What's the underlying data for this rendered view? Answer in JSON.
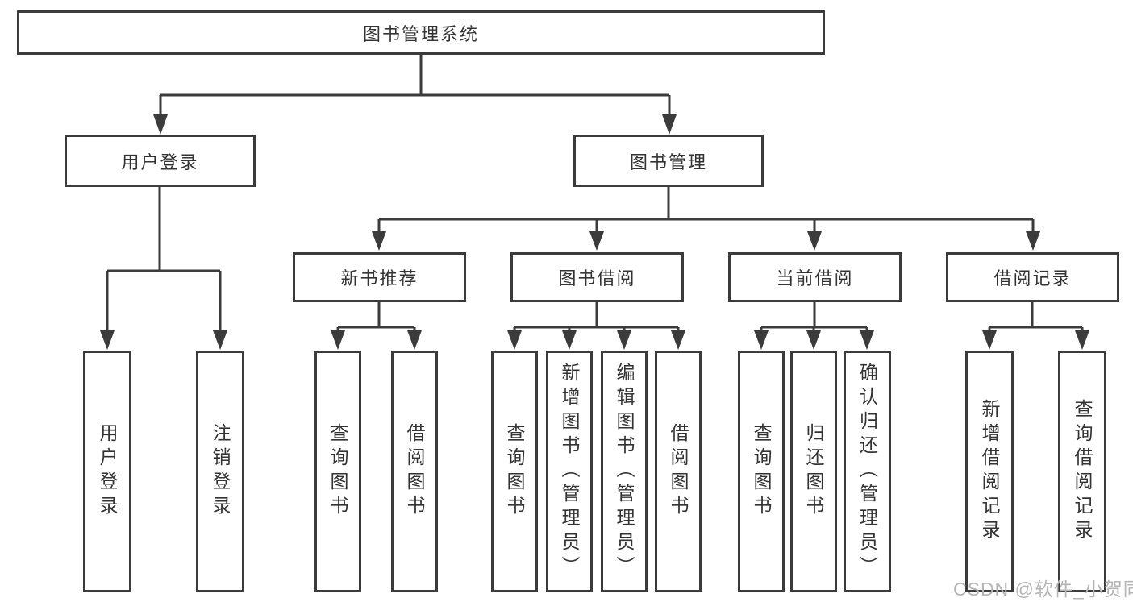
{
  "diagram_type": "function-structure-tree",
  "colors": {
    "line": "#3b3b3b",
    "box_border": "#3b3b3b",
    "text": "#333333",
    "watermark": "#b5b5b5",
    "background": "#ffffff"
  },
  "watermark": "CSDN @软件_小贺同学",
  "tree": {
    "label": "图书管理系统",
    "children": [
      {
        "label": "用户登录",
        "children": [
          {
            "label": "用户登录"
          },
          {
            "label": "注销登录"
          }
        ]
      },
      {
        "label": "图书管理",
        "children": [
          {
            "label": "新书推荐",
            "children": [
              {
                "label": "查询图书"
              },
              {
                "label": "借阅图书"
              }
            ]
          },
          {
            "label": "图书借阅",
            "children": [
              {
                "label": "查询图书"
              },
              {
                "label": "新增图书（管理员）"
              },
              {
                "label": "编辑图书（管理员）"
              },
              {
                "label": "借阅图书"
              }
            ]
          },
          {
            "label": "当前借阅",
            "children": [
              {
                "label": "查询图书"
              },
              {
                "label": "归还图书"
              },
              {
                "label": "确认归还（管理员）"
              }
            ]
          },
          {
            "label": "借阅记录",
            "children": [
              {
                "label": "新增借阅记录"
              },
              {
                "label": "查询借阅记录"
              }
            ]
          }
        ]
      }
    ]
  }
}
